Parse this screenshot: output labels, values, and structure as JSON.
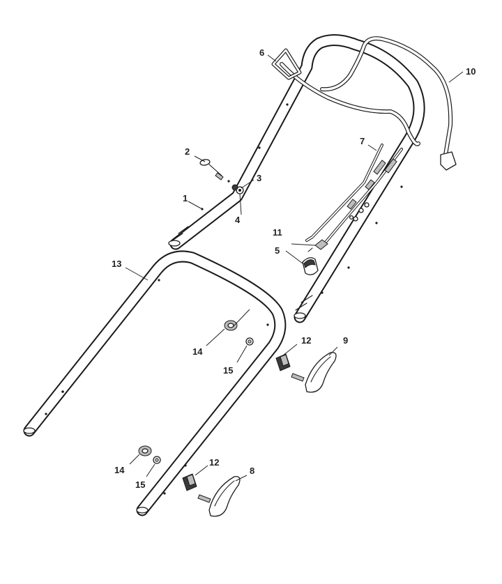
{
  "diagram": {
    "colors": {
      "line": "#1a1a1a",
      "fill": "#ffffff",
      "shade": "#bdbdbd"
    },
    "callouts": [
      {
        "id": "c1",
        "label": "1"
      },
      {
        "id": "c2",
        "label": "2"
      },
      {
        "id": "c3",
        "label": "3"
      },
      {
        "id": "c4",
        "label": "4"
      },
      {
        "id": "c5",
        "label": "5"
      },
      {
        "id": "c6",
        "label": "6"
      },
      {
        "id": "c7",
        "label": "7"
      },
      {
        "id": "c8",
        "label": "8"
      },
      {
        "id": "c9",
        "label": "9"
      },
      {
        "id": "c10",
        "label": "10"
      },
      {
        "id": "c11",
        "label": "11"
      },
      {
        "id": "c12a",
        "label": "12"
      },
      {
        "id": "c12b",
        "label": "12"
      },
      {
        "id": "c13",
        "label": "13"
      },
      {
        "id": "c14a",
        "label": "14"
      },
      {
        "id": "c14b",
        "label": "14"
      },
      {
        "id": "c15a",
        "label": "15"
      },
      {
        "id": "c15b",
        "label": "15"
      }
    ]
  }
}
